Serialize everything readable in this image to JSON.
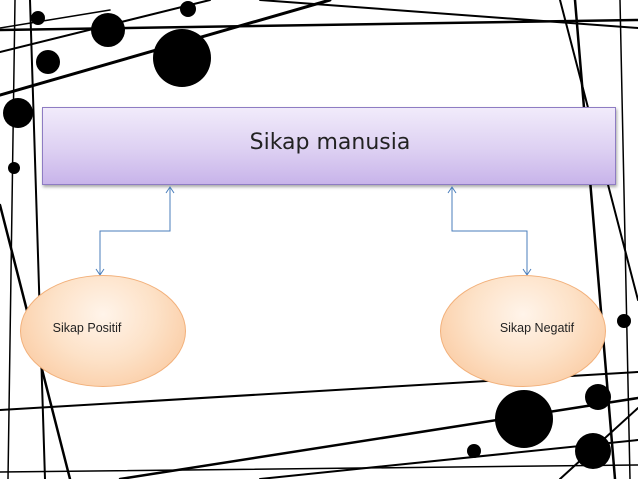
{
  "diagram": {
    "title": "Sikap manusia",
    "nodes": [
      {
        "id": "positive",
        "label": "Sikap Positif"
      },
      {
        "id": "negative",
        "label": "Sikap Negatif"
      }
    ],
    "edges": [
      {
        "from": "positive",
        "to": "title",
        "direction": "both"
      },
      {
        "from": "negative",
        "to": "title",
        "direction": "both"
      }
    ]
  },
  "colors": {
    "title_fill": "#d8c9f0",
    "title_border": "#8e7cc3",
    "node_fill": "#fcd3ad",
    "node_border": "#f2b07a",
    "connector": "#4a7ebb",
    "decoration": "#000000"
  }
}
